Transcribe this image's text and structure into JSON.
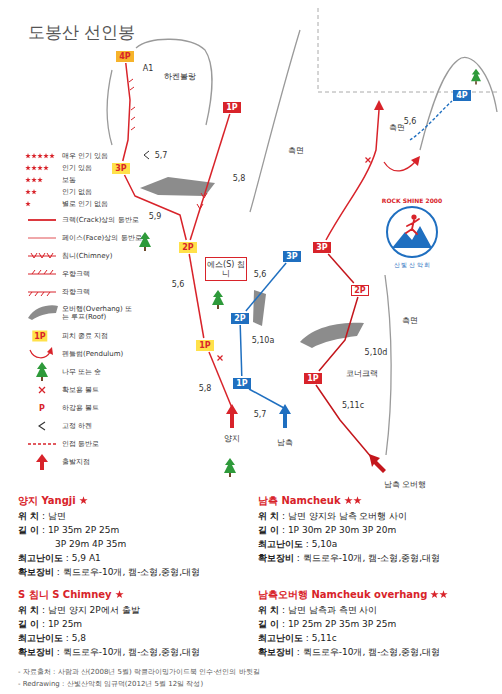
{
  "diagram": {
    "title": "도봉산 선인봉",
    "nodes": [
      {
        "text": [
          "4P"
        ]
      },
      {
        "text": [
          "4P"
        ]
      },
      {
        "text": [
          "1P"
        ]
      },
      {
        "text": [
          "3P"
        ]
      },
      {
        "text": [
          "3P"
        ]
      },
      {
        "text": [
          "2P"
        ]
      },
      {
        "text": [
          "3P"
        ]
      },
      {
        "text": [
          "에스(S) 침니"
        ]
      },
      {
        "text": [
          "2P"
        ]
      },
      {
        "text": [
          "2P"
        ]
      },
      {
        "text": [
          "1P"
        ]
      },
      {
        "text": [
          "1P"
        ]
      },
      {
        "text": [
          "1P"
        ]
      }
    ],
    "edges": [
      {
        "from": 10,
        "to": 5,
        "arrow": "none"
      },
      {
        "from": 5,
        "to": 3,
        "arrow": "none"
      },
      {
        "from": 3,
        "to": 0,
        "arrow": "none"
      },
      {
        "from": 5,
        "to": 2,
        "arrow": "none"
      },
      {
        "from": 12,
        "to": 9,
        "arrow": "none"
      },
      {
        "from": 9,
        "to": 6,
        "arrow": "none"
      },
      {
        "from": 11,
        "to": 8,
        "arrow": "none"
      },
      {
        "from": 8,
        "to": 4,
        "arrow": "none"
      }
    ],
    "labels": [
      "A1",
      "하켄볼랑",
      "5,7",
      "측면",
      "측면",
      "5,6",
      "5,8",
      "5,9",
      "5,6",
      "5,6",
      "5,10a",
      "측면",
      "5,10d",
      "코너크랙",
      "5,8",
      "5,7",
      "5,11c",
      "양지",
      "남측",
      "남측 오버행",
      "1P",
      "P",
      "ROCK SHINE 2000",
      "산 빛 산 악 회",
      "양지 Yangji",
      "위 치 : 남면",
      "길 이 : 1P 35m 2P 25m",
      "3P 29m 4P 35m",
      "최고난이도 : 5,9 A1",
      "확보장비 : 퀵드로우-10개, 캠-소형,중형,대형",
      "S 침니 S Chimney",
      "위 치 : 남면 양지 2P에서 출발",
      "길 이 : 1P 25m",
      "최고난이도 : 5,8",
      "확보장비 : 퀵드로우-10개, 캠-소형,중형,대형",
      "남측 Namcheuk",
      "위 치 : 남면 양지와 남측 오버행 사이",
      "길 이 : 1P 30m 2P 30m 3P 20m",
      "최고난이도 : 5,10a",
      "확보장비 : 퀵드로우-10개, 캠-소형,중형,대형",
      "남측오버행 Namcheuk overhang",
      "위 치 : 남면 남측과 측면 사이",
      "길 이 : 1P 25m 2P 35m 3P 25m",
      "최고난이도 : 5,11c",
      "확보장비 : 퀵드로우-10개, 캠-소형,중형,대형",
      "- 자료출처 : 사람과 산(2008년 5월) 락클라이밍가이드북 인수·선인의 바윗길",
      "- Redrawing : 산빛산악회 임규덕(2012년 5월 12일 작성)"
    ],
    "legend": [
      {
        "text": "매우 인기 있음"
      },
      {
        "text": "인기 있음"
      },
      {
        "text": "보통"
      },
      {
        "text": "인기 없음"
      },
      {
        "text": "별로 인기 없음"
      },
      {
        "text": "크랙(Crack)상의 등반로"
      },
      {
        "text": "페이스(Face)상의 등반로"
      },
      {
        "text": "침니(Chimney)"
      },
      {
        "text": "우향크랙"
      },
      {
        "text": "좌향크랙"
      },
      {
        "text": "오버행(Overhang) 또는 루프(Roof)"
      },
      {
        "text": "피치 종료 지점"
      },
      {
        "text": "펜들럼(Pendulum)"
      },
      {
        "text": "나무 또는 숲"
      },
      {
        "text": "확보용 볼트"
      },
      {
        "text": "하강용 볼트"
      },
      {
        "text": "고정 하켄"
      },
      {
        "text": "인접 등반로"
      },
      {
        "text": "출발지점"
      }
    ]
  }
}
